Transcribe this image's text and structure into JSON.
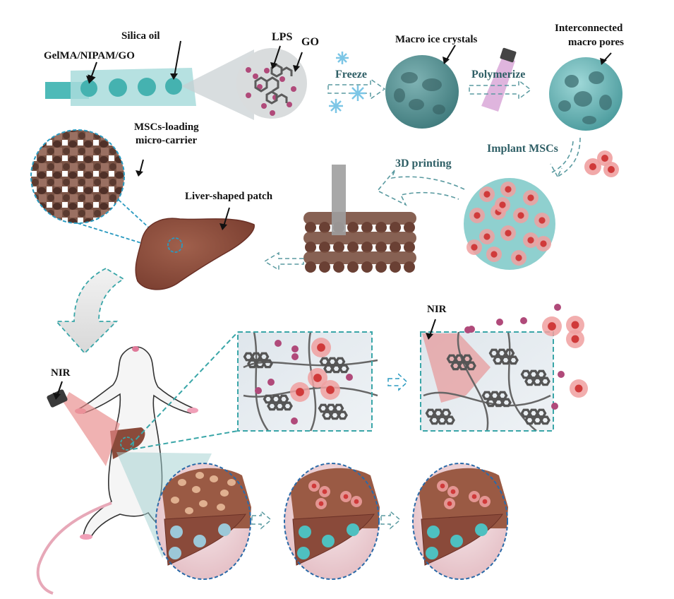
{
  "figure": {
    "title": "Fabrication and application of MSCs-loading liver-shaped patch",
    "colors": {
      "teal": "#3aa6a8",
      "teal_light": "#a9dcdc",
      "teal_dark": "#4a8a8c",
      "liver_brown": "#8a4a3a",
      "cell_pink": "#f0a0a0",
      "cell_nucleus": "#d03a3a",
      "lps_magenta": "#b04a7a",
      "go_gray": "#555555",
      "nir_red": "#e88888",
      "arrow_dash": "#5a9aa0"
    }
  },
  "labels": {
    "gelma": "GelMA/NIPAM/GO",
    "silica": "Silica oil",
    "lps": "LPS",
    "go": "GO",
    "macro_ice": "Macro ice crystals",
    "interconnected_1": "Interconnected",
    "interconnected_2": "macro pores",
    "msc_carrier_1": "MSCs-loading",
    "msc_carrier_2": "micro-carrier",
    "liver_patch": "Liver-shaped patch",
    "nir_mouse": "NIR",
    "nir_panel": "NIR"
  },
  "steps": {
    "freeze": "Freeze",
    "polymerize": "Polymerize",
    "implant": "Implant MSCs",
    "printing": "3D printing"
  },
  "icons": [
    "microfluidic-tube-icon",
    "snowflake-icon",
    "uv-lamp-icon",
    "mouse-icon",
    "nir-laser-icon",
    "liver-icon",
    "scaffold-icon",
    "cell-icon",
    "graphene-oxide-icon"
  ]
}
